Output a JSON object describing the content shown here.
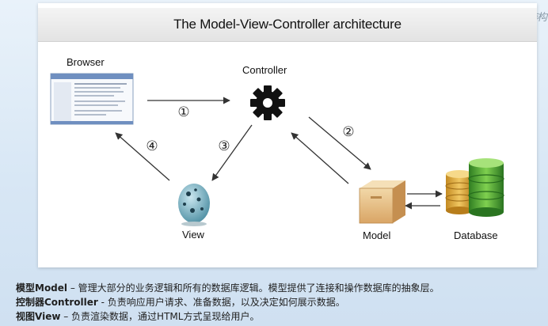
{
  "corner_text": "结构",
  "title": "The Model-View-Controller architecture",
  "nodes": {
    "browser": "Browser",
    "controller": "Controller",
    "view": "View",
    "model": "Model",
    "database": "Database"
  },
  "steps": [
    "①",
    "②",
    "③",
    "④"
  ],
  "caption": [
    {
      "term": "模型Model",
      "text": " – 管理大部分的业务逻辑和所有的数据库逻辑。模型提供了连接和操作数据库的抽象层。"
    },
    {
      "term": "控制器Controller",
      "text": " - 负责响应用户请求、准备数据，以及决定如何展示数据。"
    },
    {
      "term": "视图View",
      "text": " – 负责渲染数据，通过HTML方式呈现给用户。"
    }
  ],
  "colors": {
    "arrow": "#333333",
    "gear": "#111111",
    "db_gold": "#e8b84a",
    "db_green": "#4fa83a",
    "box": "#e9c58f",
    "egg": "#7fb6c7"
  }
}
